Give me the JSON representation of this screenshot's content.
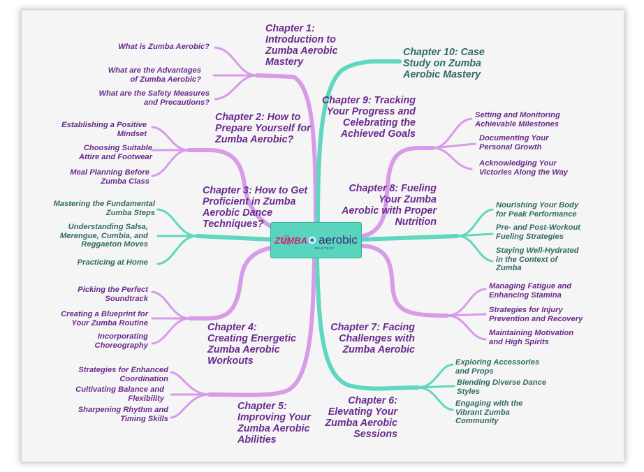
{
  "colors": {
    "purple": "#d79be8",
    "teal": "#5fd6bf",
    "purple_text": "#6a2a8e",
    "teal_text": "#2f6b63"
  },
  "center": {
    "brand": "ZUMBA",
    "word": "aerobic",
    "tagline": "MASTERY"
  },
  "chapters": {
    "ch1": "Chapter 1:\nIntroduction to\nZumba Aerobic\nMastery",
    "ch2": "Chapter 2: How to\nPrepare Yourself for\nZumba Aerobic?",
    "ch3": "Chapter 3: How to Get\nProficient in Zumba\nAerobic Dance\nTechniques?",
    "ch4": "Chapter 4:\nCreating Energetic\nZumba Aerobic\nWorkouts",
    "ch5": "Chapter 5:\nImproving Your\nZumba Aerobic\nAbilities",
    "ch6": "Chapter 6:\nElevating Your\nZumba Aerobic\nSessions",
    "ch7": "Chapter 7: Facing\nChallenges with\nZumba Aerobic",
    "ch8": "Chapter 8: Fueling\nYour Zumba\nAerobic with Proper\nNutrition",
    "ch9": "Chapter 9: Tracking\nYour Progress and\nCelebrating the\nAchieved Goals",
    "ch10": "Chapter 10: Case\nStudy on Zumba\nAerobic Mastery"
  },
  "topics": {
    "ch1": [
      "What is Zumba Aerobic?",
      "What are the Advantages\nof Zumba Aerobic?",
      "What are the Safety Measures\nand Precautions?"
    ],
    "ch2": [
      "Establishing a Positive\nMindset",
      "Choosing Suitable\nAttire and Footwear",
      "Meal Planning Before\nZumba Class"
    ],
    "ch3": [
      "Mastering the Fundamental\nZumba Steps",
      "Understanding Salsa,\nMerengue, Cumbia, and\nReggaeton Moves",
      "Practicing at Home"
    ],
    "ch4": [
      "Picking the Perfect\nSoundtrack",
      "Creating a Blueprint for\nYour Zumba Routine",
      "Incorporating\nChoreography"
    ],
    "ch5": [
      "Strategies for Enhanced\nCoordination",
      "Cultivating Balance and\nFlexibility",
      "Sharpening Rhythm and\nTiming Skills"
    ],
    "ch6": [
      "Exploring Accessories\nand Props",
      "Blending Diverse Dance\nStyles",
      "Engaging with the\nVibrant Zumba\nCommunity"
    ],
    "ch7": [
      "Managing Fatigue and\nEnhancing Stamina",
      "Strategies for Injury\nPrevention and Recovery",
      "Maintaining Motivation\nand High Spirits"
    ],
    "ch8": [
      "Nourishing Your Body\nfor Peak Performance",
      "Pre- and Post-Workout\nFueling Strategies",
      "Staying Well-Hydrated\nin the Context of\nZumba"
    ],
    "ch9": [
      "Setting and Monitoring\nAchievable Milestones",
      "Documenting Your\nPersonal Growth",
      "Acknowledging Your\nVictories Along the Way"
    ]
  }
}
